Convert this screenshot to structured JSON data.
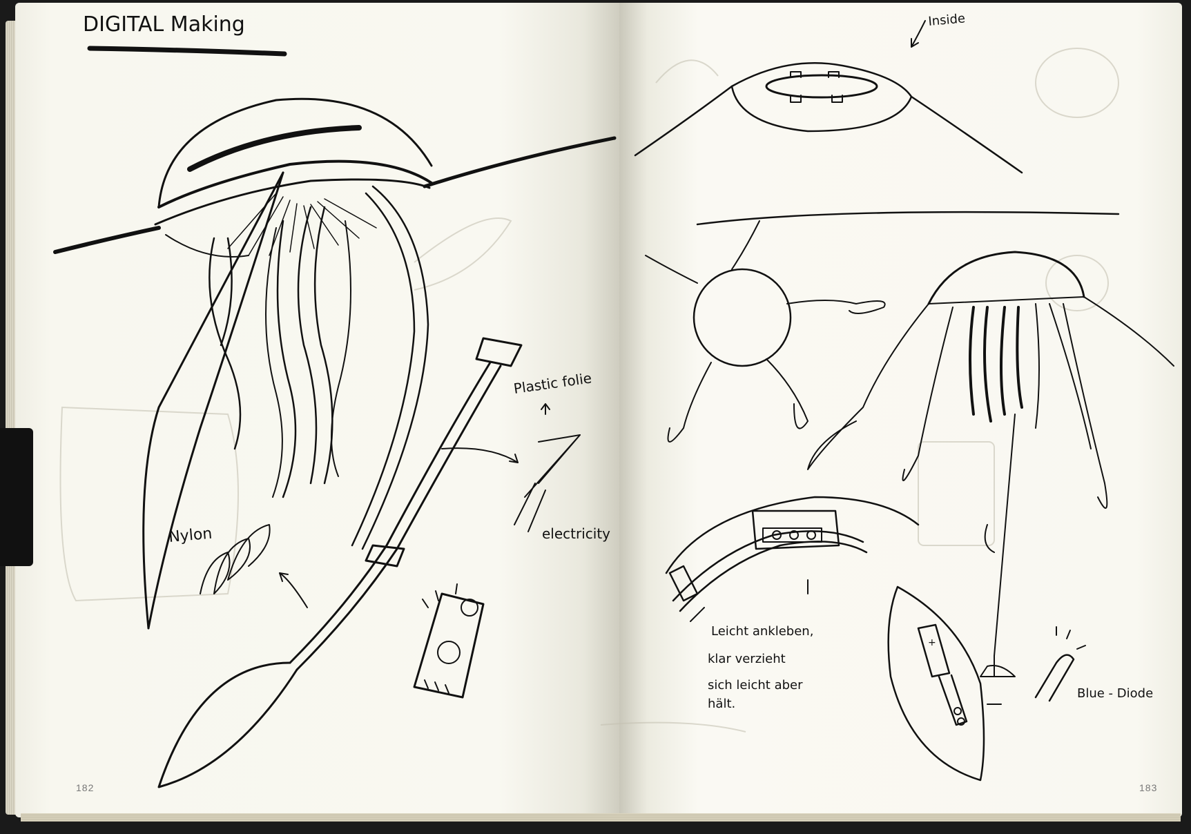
{
  "left_page": {
    "heading": "DIGITAL Making",
    "label_nylon": "Nylon",
    "label_plastic": "Plastic folie",
    "label_electricity": "electricity",
    "page_number": "182"
  },
  "right_page": {
    "label_inside": "Inside",
    "note_line1": "Leicht ankleben,",
    "note_line2": "klar verzieht",
    "note_line3": "sich leicht aber",
    "note_line4": "hält.",
    "label_diode": "Blue - Diode",
    "battery_plus": "+",
    "page_number": "183"
  },
  "colors": {
    "ink": "#111111",
    "paper": "#f9f8f1",
    "pencil": "#b9b6a8"
  }
}
